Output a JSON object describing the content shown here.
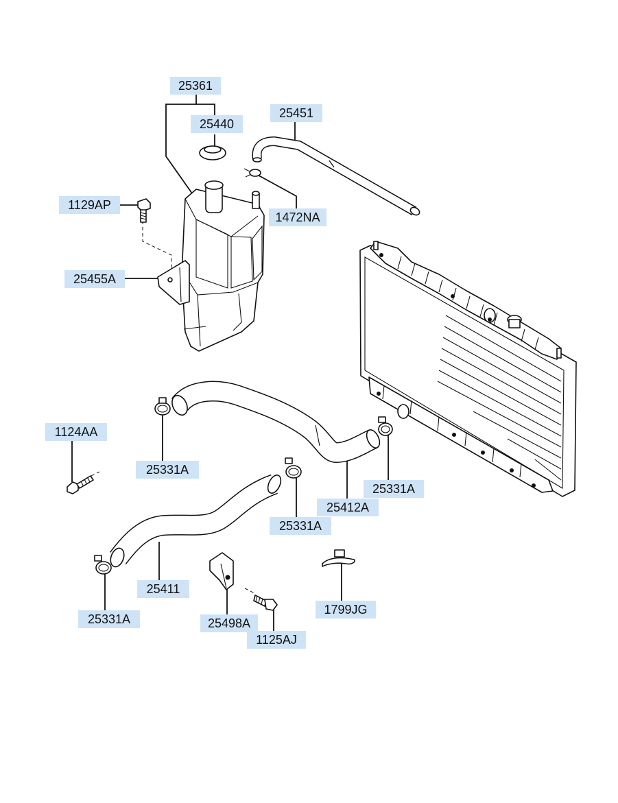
{
  "diagram": {
    "background_color": "#ffffff",
    "label_background_color": "#cfe3f7",
    "line_color": "#111111",
    "parts": [
      {
        "id": "reservoir_assembly",
        "number": "25361"
      },
      {
        "id": "reservoir_cap",
        "number": "25440"
      },
      {
        "id": "overflow_hose",
        "number": "25451"
      },
      {
        "id": "hose_clip",
        "number": "1472NA"
      },
      {
        "id": "bolt_reservoir",
        "number": "1129AP"
      },
      {
        "id": "reservoir_bracket",
        "number": "25455A"
      },
      {
        "id": "bolt_lower",
        "number": "1124AA"
      },
      {
        "id": "clamp_upper_left",
        "number": "25331A"
      },
      {
        "id": "upper_radiator_hose",
        "number": "25412A"
      },
      {
        "id": "clamp_upper_right",
        "number": "25331A"
      },
      {
        "id": "clamp_lower_right",
        "number": "25331A"
      },
      {
        "id": "lower_radiator_hose",
        "number": "25411"
      },
      {
        "id": "clamp_lower_left",
        "number": "25331A"
      },
      {
        "id": "hose_bracket",
        "number": "25498A"
      },
      {
        "id": "bracket_bolt",
        "number": "1125AJ"
      },
      {
        "id": "cable_tie",
        "number": "1799JG"
      }
    ]
  }
}
